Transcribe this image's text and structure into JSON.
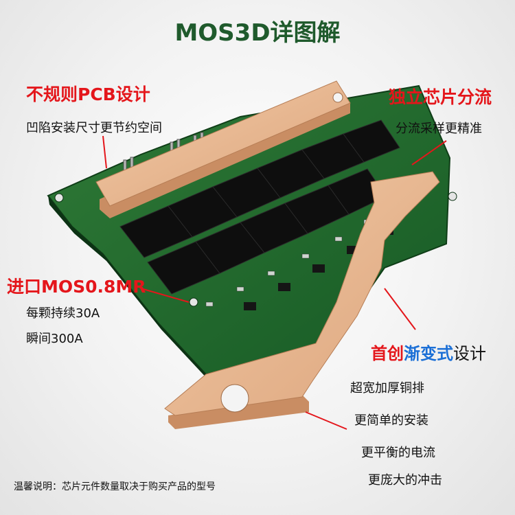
{
  "title": "MOS3D详图解",
  "callouts": {
    "irregular_pcb": {
      "heading": "不规则PCB设计",
      "sub": "凹陷安装尺寸更节约空间"
    },
    "independent_chip": {
      "heading": "独立芯片分流",
      "sub": "分流采样更精准"
    },
    "imported_mos": {
      "heading": "进口MOS0.8MR",
      "lines": [
        "每颗持续30A",
        "瞬间300A"
      ]
    },
    "gradient_design": {
      "part1": "首创",
      "part2": "渐变式",
      "part3": "设计"
    },
    "features": [
      "超宽加厚铜排",
      "更简单的安装",
      "更平衡的电流",
      "更庞大的冲击"
    ]
  },
  "footnote": "温馨说明：芯片元件数量取决于购买产品的型号",
  "colors": {
    "title_green": "#1f5a2c",
    "callout_red": "#e4161b",
    "gradient_blue": "#1b6fd6",
    "pcb_green": "#1f6b2f",
    "copper_bar": "#e8b893",
    "mosfet_black": "#111111"
  }
}
